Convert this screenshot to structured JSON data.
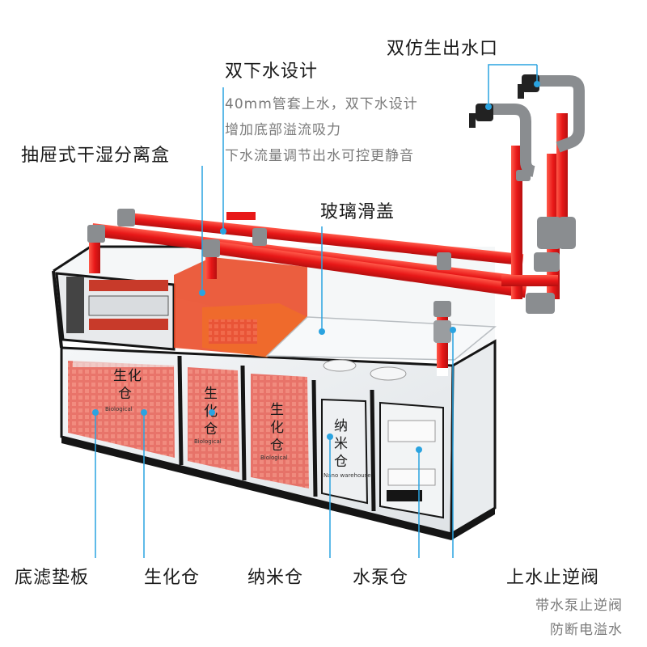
{
  "labels": {
    "dual_outlet": "双仿生出水口",
    "dual_drain": "双下水设计",
    "drawer_box": "抽屉式干湿分离盒",
    "glass_lid": "玻璃滑盖",
    "bottom_plate": "底滤垫板",
    "bio_chamber": "生化仓",
    "nano_chamber": "纳米仓",
    "pump_chamber": "水泵仓",
    "check_valve": "上水止逆阀"
  },
  "descriptions": {
    "dual_drain": [
      "40mm管套上水，双下水设计",
      "增加底部溢流吸力",
      "下水流量调节出水可控更静音"
    ],
    "check_valve": [
      "带水泵止逆阀",
      "防断电溢水"
    ]
  },
  "tank_text": {
    "bio_1": [
      "生",
      "化",
      "仓"
    ],
    "bio_2": [
      "生",
      "化",
      "仓"
    ],
    "bio_3": [
      "生",
      "化",
      "仓"
    ],
    "nano": [
      "纳",
      "米",
      "仓"
    ],
    "bio_sub": "Biological",
    "nano_sub": "Nano warehouse"
  },
  "colors": {
    "pipe_red": "#ee1c1c",
    "pipe_gray": "#8a8d90",
    "callout_blue": "#2aa3e0",
    "frame_black": "#151515"
  }
}
